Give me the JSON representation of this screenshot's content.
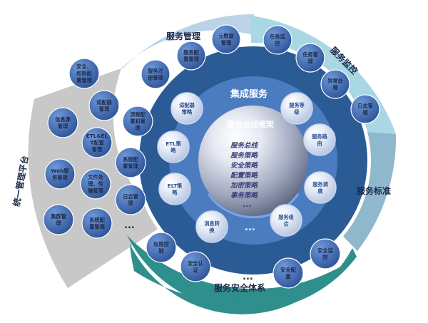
{
  "sections": {
    "service_mgmt": {
      "title": "服务管理",
      "items": [
        [
          "元数据",
          "管理"
        ],
        [
          "服务配",
          "置管理"
        ],
        [
          "服务注",
          "册管理"
        ]
      ]
    },
    "service_monitor": {
      "title": "服务监控",
      "items": [
        [
          "任务监",
          "控"
        ],
        [
          "任务管",
          "理"
        ],
        [
          "异常处",
          "理"
        ],
        [
          "日志管",
          "理"
        ]
      ]
    },
    "service_standard": {
      "title": "服务标准"
    },
    "security": {
      "title": "服务安全体系",
      "items": [
        [
          "权限控",
          "制"
        ],
        [
          "安全认",
          "证"
        ],
        [
          "安全配",
          "置"
        ],
        [
          "安全监",
          "控"
        ]
      ],
      "more": "..."
    },
    "platform": {
      "title": "统一管理平台",
      "items": [
        [
          "安全、",
          "权限配",
          "置管理"
        ],
        [
          "适配器",
          "管理"
        ],
        [
          "信息源",
          "管理"
        ],
        [
          "流程配",
          "置和管",
          "理"
        ],
        [
          "ETL&EL",
          "T配置",
          "管理"
        ],
        [
          "系统配",
          "置管理"
        ],
        [
          "Web服",
          "务管理"
        ],
        [
          "文件处",
          "理、传",
          "输管理"
        ],
        [
          "日志管",
          "理"
        ],
        [
          "集群管",
          "理"
        ],
        [
          "系统配",
          "置管理"
        ]
      ],
      "more": "..."
    },
    "integration": {
      "title": "集成服务",
      "items": [
        [
          "适配器",
          "策略"
        ],
        [
          "服务等",
          "级"
        ],
        [
          "ETL策",
          "略"
        ],
        [
          "服务路",
          "由"
        ],
        [
          "ELT策",
          "略"
        ],
        [
          "服务调",
          "度"
        ],
        [
          "消息转",
          "换"
        ],
        [
          "服务组",
          "合"
        ]
      ],
      "more": "..."
    },
    "bus": {
      "title": "服务总线框架",
      "lines": [
        "服务总线",
        "服务策略",
        "安全策略",
        "配置策略",
        "加密策略",
        "事务策略"
      ],
      "more": "..."
    }
  },
  "colors": {
    "mgmt": "#bcd2e6",
    "monitor": "#a9d7e4",
    "standard": "#8fb8cd",
    "security": "#2f8f8c",
    "platform": "#c8c8c8",
    "ring_outer": "#2b5b95",
    "ring_inner": "#4b7cc0",
    "bubble": "#3b63ad"
  }
}
